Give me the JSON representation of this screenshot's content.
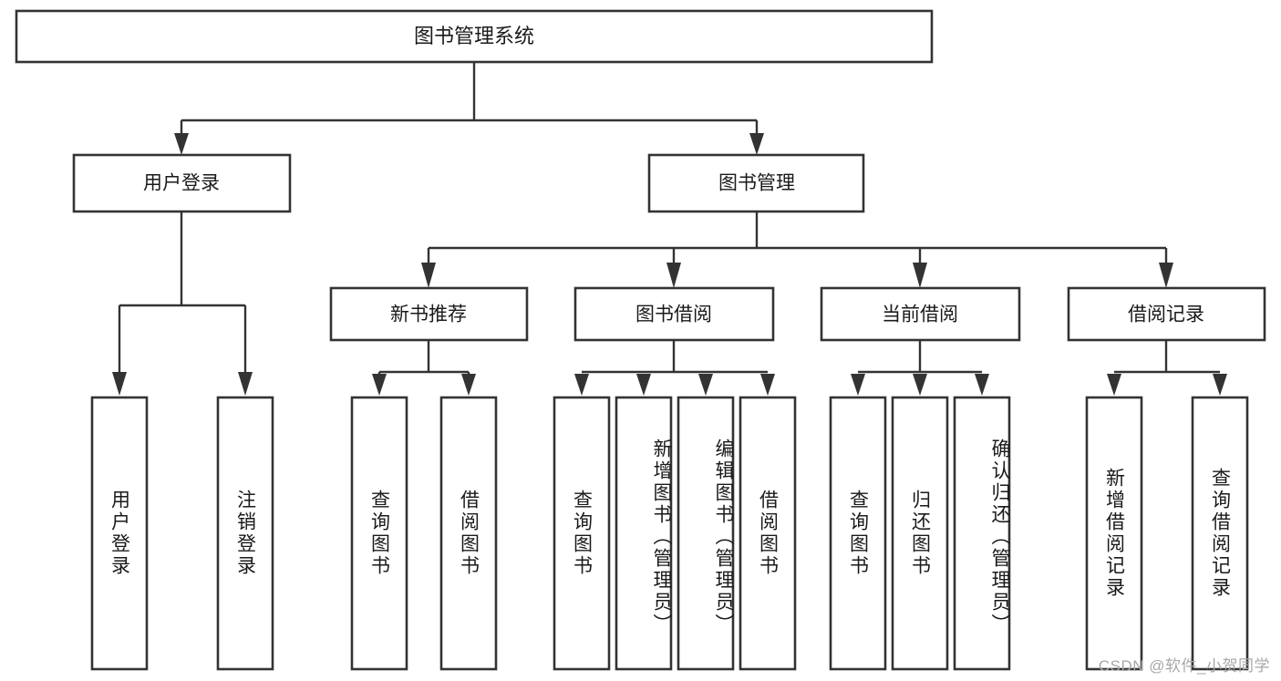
{
  "diagram": {
    "title": "图书管理系统",
    "type": "tree",
    "orientation": "top-down",
    "colors": {
      "box_stroke": "#333333",
      "box_fill": "#ffffff",
      "text": "#1a1a1a",
      "connector": "#333333",
      "background": "#ffffff",
      "watermark": "#a8a8a8"
    },
    "root": {
      "label": "图书管理系统"
    },
    "level2": [
      {
        "label": "用户登录"
      },
      {
        "label": "图书管理"
      }
    ],
    "level3": [
      {
        "label": "新书推荐"
      },
      {
        "label": "图书借阅"
      },
      {
        "label": "当前借阅"
      },
      {
        "label": "借阅记录"
      }
    ],
    "leaves": {
      "user_login": [
        {
          "label": "用户登录"
        },
        {
          "label": "注销登录"
        }
      ],
      "new_book_recommend": [
        {
          "label": "查询图书"
        },
        {
          "label": "借阅图书"
        }
      ],
      "book_borrow": [
        {
          "label": "查询图书"
        },
        {
          "label": "新增图书（管理员）"
        },
        {
          "label": "编辑图书（管理员）"
        },
        {
          "label": "借阅图书"
        }
      ],
      "current_borrow": [
        {
          "label": "查询图书"
        },
        {
          "label": "归还图书"
        },
        {
          "label": "确认归还（管理员）"
        }
      ],
      "borrow_record": [
        {
          "label": "新增借阅记录"
        },
        {
          "label": "查询借阅记录"
        }
      ]
    }
  },
  "watermark": {
    "text": "CSDN @软件_小贺同学"
  }
}
